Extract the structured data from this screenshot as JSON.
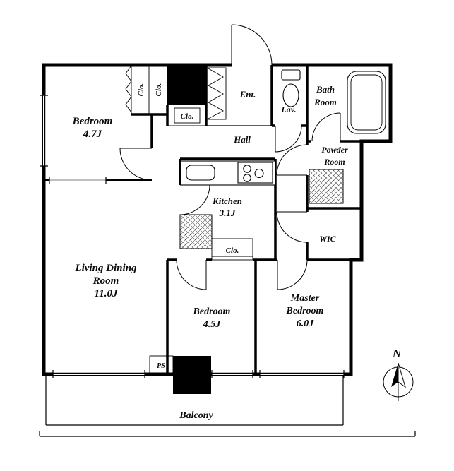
{
  "rooms": {
    "bedroom1_line1": "Bedroom",
    "bedroom1_line2": "4.7J",
    "living_line1": "Living Dining",
    "living_line2": "Room",
    "living_line3": "11.0J",
    "bedroom2_line1": "Bedroom",
    "bedroom2_line2": "4.5J",
    "master_line1": "Master",
    "master_line2": "Bedroom",
    "master_line3": "6.0J",
    "kitchen_line1": "Kitchen",
    "kitchen_line2": "3.1J",
    "hall": "Hall",
    "entrance": "Ent.",
    "lavatory": "Lav.",
    "bath_line1": "Bath",
    "bath_line2": "Room",
    "powder_line1": "Powder",
    "powder_line2": "Room",
    "wic": "WIC",
    "closet_top_left": "Clo.",
    "closet_top_right": "Clo.",
    "closet_hall": "Clo.",
    "closet_bedroom2": "Clo.",
    "ps": "PS",
    "balcony": "Balcony"
  },
  "compass": {
    "north": "N"
  },
  "colors": {
    "wall": "#000000",
    "hatch": "#555555",
    "background": "#ffffff"
  }
}
